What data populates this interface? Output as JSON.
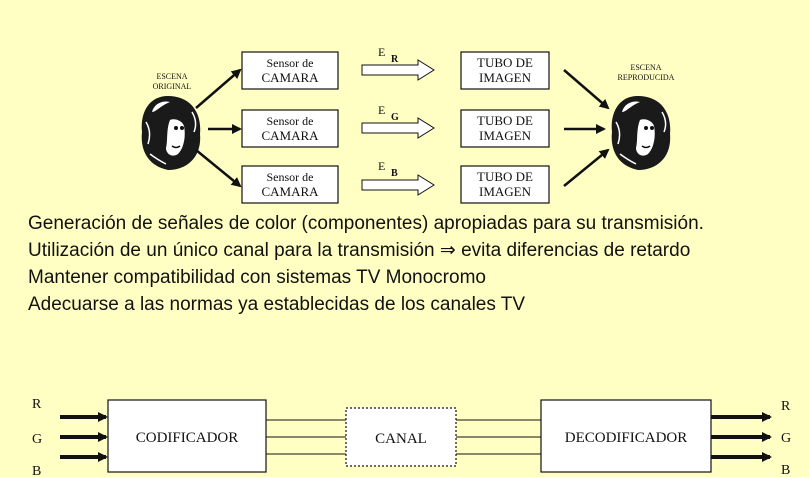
{
  "diagram_top": {
    "scene_original": [
      "ESCENA",
      "ORIGINAL"
    ],
    "scene_reproduced": [
      "ESCENA",
      "REPRODUCIDA"
    ],
    "sensors": [
      {
        "line1": "Sensor de",
        "line2": "CAMARA"
      },
      {
        "line1": "Sensor de",
        "line2": "CAMARA"
      },
      {
        "line1": "Sensor de",
        "line2": "CAMARA"
      }
    ],
    "signals": [
      {
        "letter": "E",
        "sub": "R"
      },
      {
        "letter": "E",
        "sub": "G"
      },
      {
        "letter": "E",
        "sub": "B"
      }
    ],
    "tubes": [
      {
        "line1": "TUBO DE",
        "line2": "IMAGEN"
      },
      {
        "line1": "TUBO DE",
        "line2": "IMAGEN"
      },
      {
        "line1": "TUBO DE",
        "line2": "IMAGEN"
      }
    ]
  },
  "bullets": [
    "Generación de señales de color (componentes) apropiadas para su transmisión.",
    "Utilización de un único canal para la transmisión ⇒ evita diferencias de retardo",
    "Mantener compatibilidad con sistemas TV Monocromo",
    "Adecuarse a las normas ya establecidas de los canales TV"
  ],
  "diagram_bottom": {
    "inputs": [
      "R",
      "G",
      "B"
    ],
    "encoder": "CODIFICADOR",
    "channel": "CANAL",
    "decoder": "DECODIFICADOR",
    "outputs": [
      "R",
      "G",
      "B"
    ]
  }
}
